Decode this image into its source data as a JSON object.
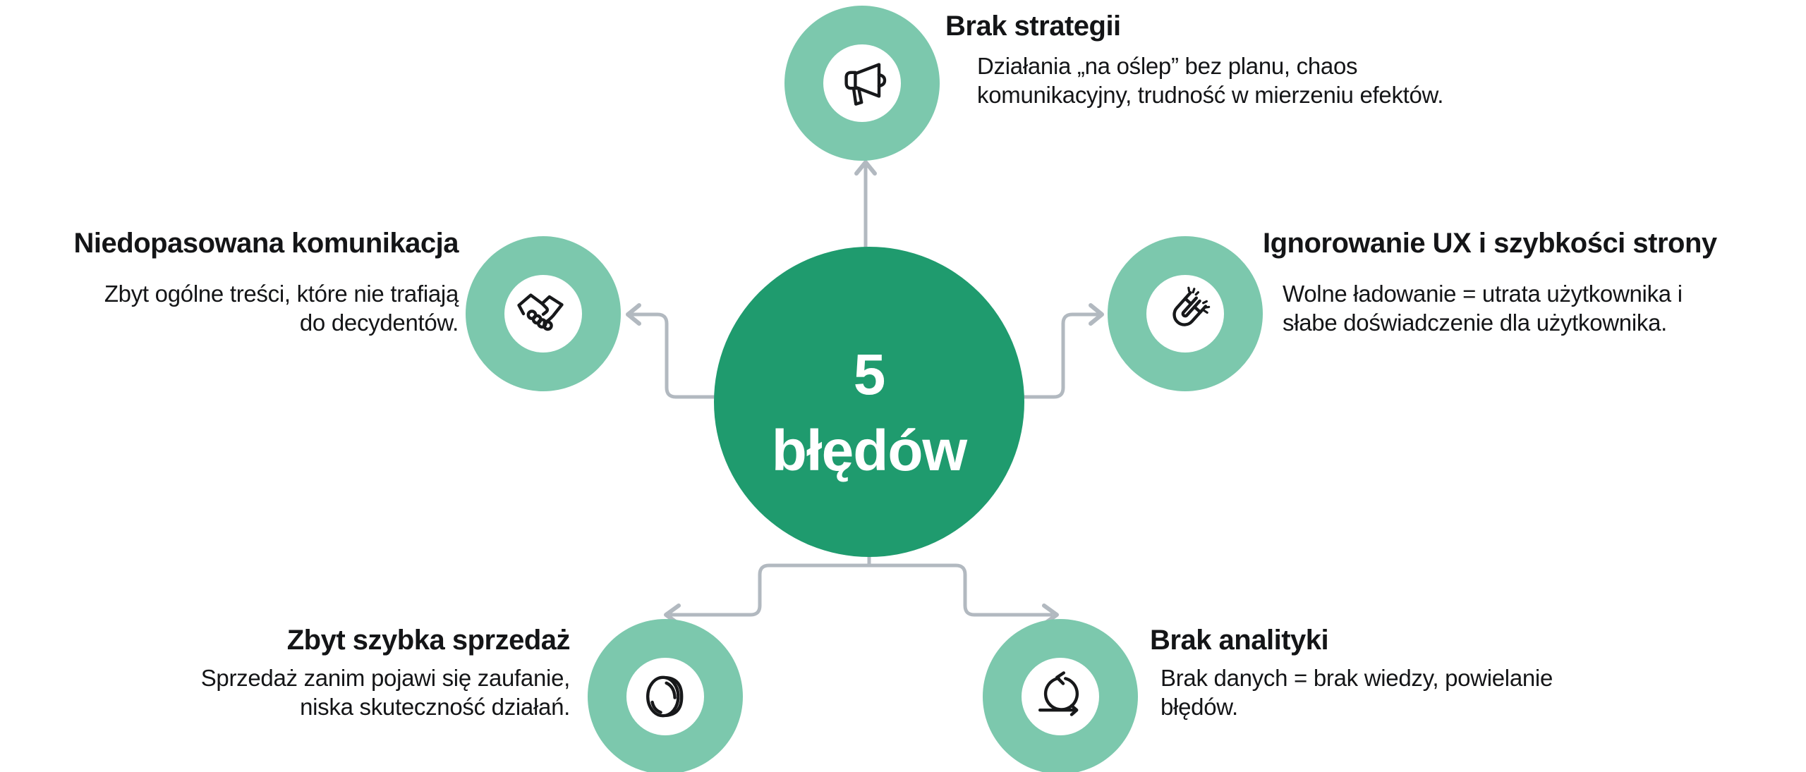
{
  "colors": {
    "center_green": "#1f9b6e",
    "satellite_teal": "#7cc8ad",
    "connector_gray": "#b2b9c0",
    "icon_black": "#17181a",
    "text_black": "#141517"
  },
  "center": {
    "label_lines": [
      "5",
      "błędów"
    ]
  },
  "nodes": [
    {
      "position": "top",
      "icon": "megaphone-icon",
      "title": "Brak strategii",
      "description_lines": [
        "Działania „na oślep” bez planu, chaos",
        "komunikacyjny, trudność w mierzeniu efektów."
      ]
    },
    {
      "position": "left",
      "icon": "handshake-icon",
      "title": "Niedopasowana komunikacja",
      "description_lines": [
        "Zbyt ogólne treści, które nie trafiają",
        "do decydentów."
      ]
    },
    {
      "position": "right",
      "icon": "magnet-icon",
      "title": "Ignorowanie UX i szybkości strony",
      "description_lines": [
        "Wolne ładowanie = utrata użytkownika i",
        "słabe doświadczenie dla użytkownika."
      ]
    },
    {
      "position": "bottom-left",
      "icon": "coin-icon",
      "title": "Zbyt szybka sprzedaż",
      "description_lines": [
        "Sprzedaż zanim pojawi się zaufanie,",
        "niska skuteczność działań."
      ]
    },
    {
      "position": "bottom-right",
      "icon": "iteration-cycle-icon",
      "title": "Brak analityki",
      "description_lines": [
        "Brak danych = brak wiedzy, powielanie",
        "błędów."
      ]
    }
  ]
}
